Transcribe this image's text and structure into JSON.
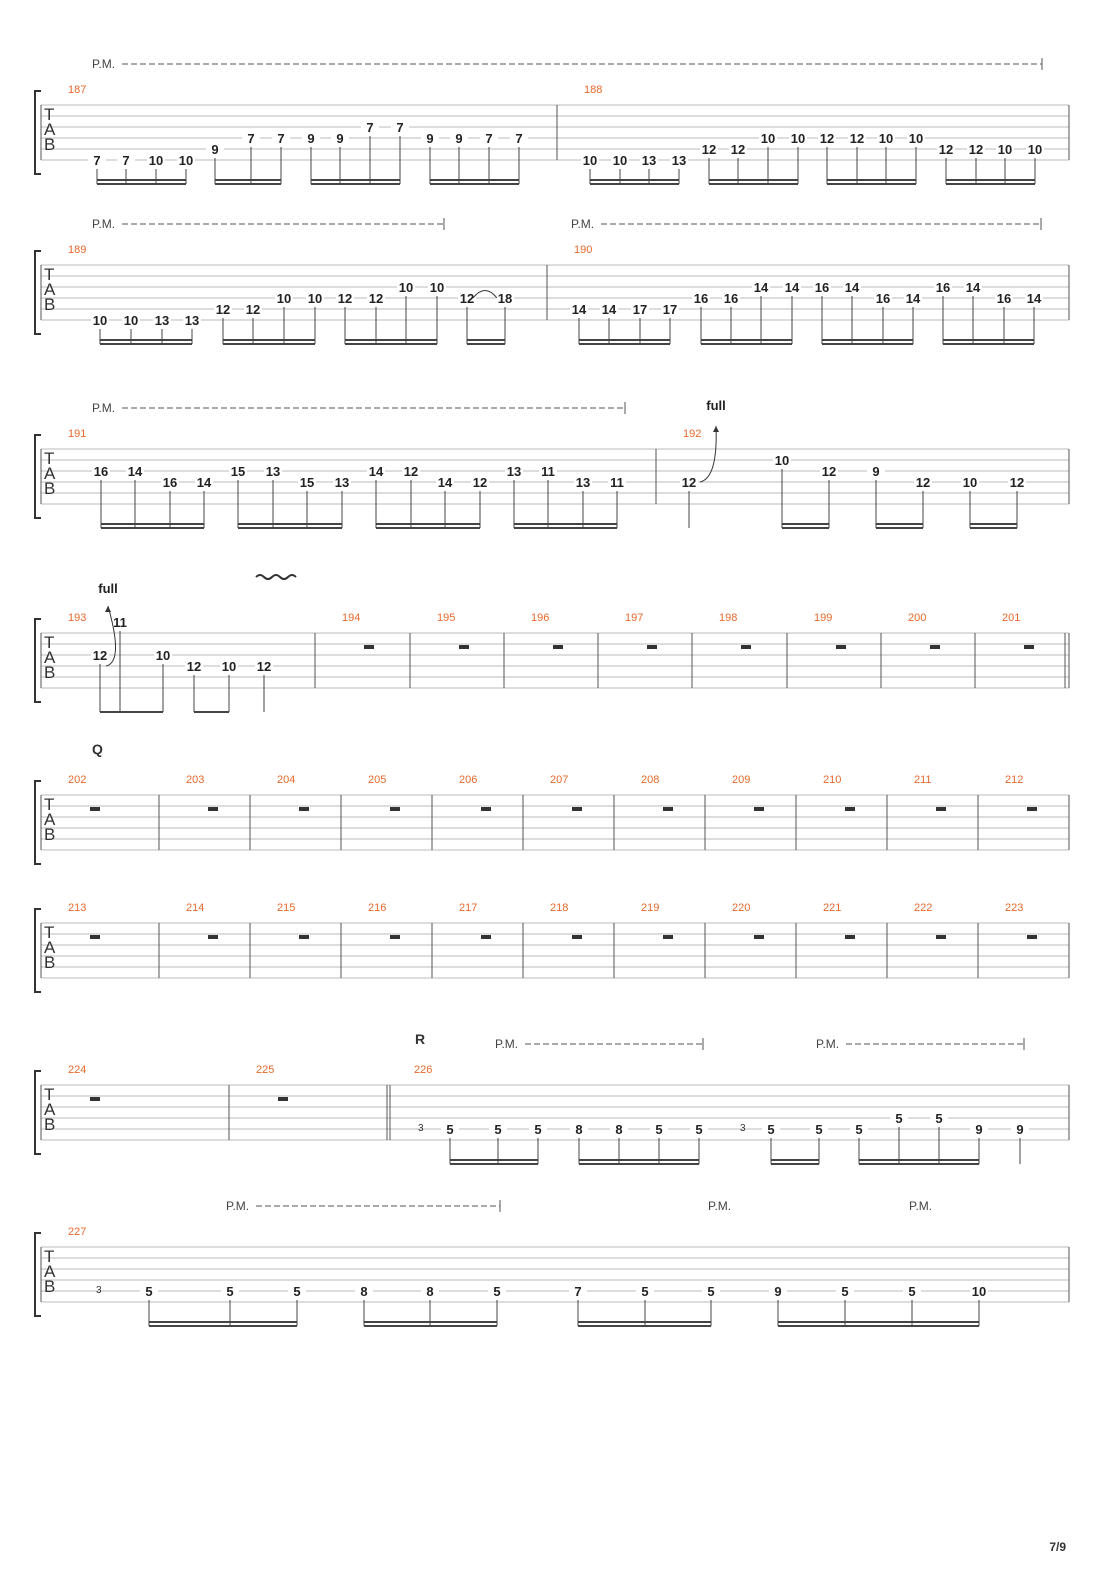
{
  "clef": [
    "T",
    "A",
    "B"
  ],
  "pm_label": "P.M.",
  "bend_label": "full",
  "page_number": "7/9",
  "systems": [
    {
      "bars": [
        {
          "number": "187",
          "notes": [
            {
              "fret": "7",
              "string": 6
            },
            {
              "fret": "7",
              "string": 6
            },
            {
              "fret": "10",
              "string": 6
            },
            {
              "fret": "10",
              "string": 6
            },
            {
              "fret": "9",
              "string": 5
            },
            {
              "fret": "7",
              "string": 4
            },
            {
              "fret": "7",
              "string": 4
            },
            {
              "fret": "9",
              "string": 4
            },
            {
              "fret": "9",
              "string": 4
            },
            {
              "fret": "7",
              "string": 3
            },
            {
              "fret": "7",
              "string": 3
            },
            {
              "fret": "9",
              "string": 4
            },
            {
              "fret": "9",
              "string": 4
            },
            {
              "fret": "7",
              "string": 4
            },
            {
              "fret": "7",
              "string": 4
            }
          ]
        },
        {
          "number": "188",
          "notes": [
            {
              "fret": "10",
              "string": 6
            },
            {
              "fret": "10",
              "string": 6
            },
            {
              "fret": "13",
              "string": 6
            },
            {
              "fret": "13",
              "string": 6
            },
            {
              "fret": "12",
              "string": 5
            },
            {
              "fret": "12",
              "string": 5
            },
            {
              "fret": "10",
              "string": 4
            },
            {
              "fret": "10",
              "string": 4
            },
            {
              "fret": "12",
              "string": 4
            },
            {
              "fret": "12",
              "string": 4
            },
            {
              "fret": "10",
              "string": 4
            },
            {
              "fret": "10",
              "string": 4
            },
            {
              "fret": "12",
              "string": 5
            },
            {
              "fret": "12",
              "string": 5
            },
            {
              "fret": "10",
              "string": 5
            },
            {
              "fret": "10",
              "string": 5
            }
          ]
        }
      ]
    },
    {
      "bars": [
        {
          "number": "189",
          "notes": [
            {
              "fret": "10",
              "string": 6
            },
            {
              "fret": "10",
              "string": 6
            },
            {
              "fret": "13",
              "string": 6
            },
            {
              "fret": "13",
              "string": 6
            },
            {
              "fret": "12",
              "string": 5
            },
            {
              "fret": "12",
              "string": 5
            },
            {
              "fret": "10",
              "string": 4
            },
            {
              "fret": "10",
              "string": 4
            },
            {
              "fret": "12",
              "string": 4
            },
            {
              "fret": "12",
              "string": 4
            },
            {
              "fret": "10",
              "string": 3
            },
            {
              "fret": "10",
              "string": 3
            },
            {
              "fret": "12",
              "string": 4
            },
            {
              "fret": "18",
              "string": 4
            }
          ]
        },
        {
          "number": "190",
          "notes": [
            {
              "fret": "14",
              "string": 5
            },
            {
              "fret": "14",
              "string": 5
            },
            {
              "fret": "17",
              "string": 5
            },
            {
              "fret": "17",
              "string": 5
            },
            {
              "fret": "16",
              "string": 4
            },
            {
              "fret": "16",
              "string": 4
            },
            {
              "fret": "14",
              "string": 3
            },
            {
              "fret": "14",
              "string": 3
            },
            {
              "fret": "16",
              "string": 3
            },
            {
              "fret": "14",
              "string": 3
            },
            {
              "fret": "16",
              "string": 4
            },
            {
              "fret": "14",
              "string": 4
            },
            {
              "fret": "16",
              "string": 3
            },
            {
              "fret": "14",
              "string": 3
            },
            {
              "fret": "16",
              "string": 4
            },
            {
              "fret": "14",
              "string": 4
            }
          ]
        }
      ]
    },
    {
      "bars": [
        {
          "number": "191",
          "notes": [
            {
              "fret": "16",
              "string": 3
            },
            {
              "fret": "14",
              "string": 3
            },
            {
              "fret": "16",
              "string": 4
            },
            {
              "fret": "14",
              "string": 4
            },
            {
              "fret": "15",
              "string": 3
            },
            {
              "fret": "13",
              "string": 3
            },
            {
              "fret": "15",
              "string": 4
            },
            {
              "fret": "13",
              "string": 4
            },
            {
              "fret": "14",
              "string": 3
            },
            {
              "fret": "12",
              "string": 3
            },
            {
              "fret": "14",
              "string": 4
            },
            {
              "fret": "12",
              "string": 4
            },
            {
              "fret": "13",
              "string": 3
            },
            {
              "fret": "11",
              "string": 3
            },
            {
              "fret": "13",
              "string": 4
            },
            {
              "fret": "11",
              "string": 4
            }
          ]
        },
        {
          "number": "192",
          "notes": [
            {
              "fret": "12",
              "string": 4
            },
            {
              "fret": "10",
              "string": 2
            },
            {
              "fret": "12",
              "string": 3
            },
            {
              "fret": "9",
              "string": 3
            },
            {
              "fret": "12",
              "string": 4
            },
            {
              "fret": "10",
              "string": 4
            },
            {
              "fret": "12",
              "string": 4
            }
          ]
        }
      ]
    },
    {
      "bars": [
        {
          "number": "193",
          "notes": [
            {
              "fret": "12",
              "string": 3
            },
            {
              "fret": "11",
              "string": 0
            },
            {
              "fret": "10",
              "string": 3
            },
            {
              "fret": "12",
              "string": 4
            },
            {
              "fret": "10",
              "string": 4
            },
            {
              "fret": "12",
              "string": 4
            }
          ]
        },
        {
          "number": "194"
        },
        {
          "number": "195"
        },
        {
          "number": "196"
        },
        {
          "number": "197"
        },
        {
          "number": "198"
        },
        {
          "number": "199"
        },
        {
          "number": "200"
        },
        {
          "number": "201"
        }
      ]
    },
    {
      "section": "Q",
      "bars": [
        {
          "number": "202"
        },
        {
          "number": "203"
        },
        {
          "number": "204"
        },
        {
          "number": "205"
        },
        {
          "number": "206"
        },
        {
          "number": "207"
        },
        {
          "number": "208"
        },
        {
          "number": "209"
        },
        {
          "number": "210"
        },
        {
          "number": "211"
        },
        {
          "number": "212"
        }
      ]
    },
    {
      "bars": [
        {
          "number": "213"
        },
        {
          "number": "214"
        },
        {
          "number": "215"
        },
        {
          "number": "216"
        },
        {
          "number": "217"
        },
        {
          "number": "218"
        },
        {
          "number": "219"
        },
        {
          "number": "220"
        },
        {
          "number": "221"
        },
        {
          "number": "222"
        },
        {
          "number": "223"
        }
      ]
    },
    {
      "section": "R",
      "bars": [
        {
          "number": "224"
        },
        {
          "number": "225"
        },
        {
          "number": "226",
          "notes": [
            {
              "fret": "3",
              "string": 5,
              "grace": true
            },
            {
              "fret": "5",
              "string": 5
            },
            {
              "fret": "5",
              "string": 5
            },
            {
              "fret": "5",
              "string": 5
            },
            {
              "fret": "8",
              "string": 5
            },
            {
              "fret": "8",
              "string": 5
            },
            {
              "fret": "5",
              "string": 5
            },
            {
              "fret": "5",
              "string": 5
            },
            {
              "fret": "3",
              "string": 5,
              "grace": true
            },
            {
              "fret": "5",
              "string": 5
            },
            {
              "fret": "5",
              "string": 5
            },
            {
              "fret": "5",
              "string": 5
            },
            {
              "fret": "5",
              "string": 4
            },
            {
              "fret": "5",
              "string": 4
            },
            {
              "fret": "9",
              "string": 5
            },
            {
              "fret": "9",
              "string": 5
            }
          ]
        }
      ]
    },
    {
      "bars": [
        {
          "number": "227",
          "notes": [
            {
              "fret": "3",
              "string": 5,
              "grace": true
            },
            {
              "fret": "5",
              "string": 5
            },
            {
              "fret": "5",
              "string": 5
            },
            {
              "fret": "5",
              "string": 5
            },
            {
              "fret": "8",
              "string": 5
            },
            {
              "fret": "8",
              "string": 5
            },
            {
              "fret": "5",
              "string": 5
            },
            {
              "fret": "7",
              "string": 5
            },
            {
              "fret": "5",
              "string": 5
            },
            {
              "fret": "5",
              "string": 5
            },
            {
              "fret": "9",
              "string": 5
            },
            {
              "fret": "5",
              "string": 5
            },
            {
              "fret": "5",
              "string": 5
            },
            {
              "fret": "10",
              "string": 5
            }
          ]
        }
      ]
    }
  ]
}
